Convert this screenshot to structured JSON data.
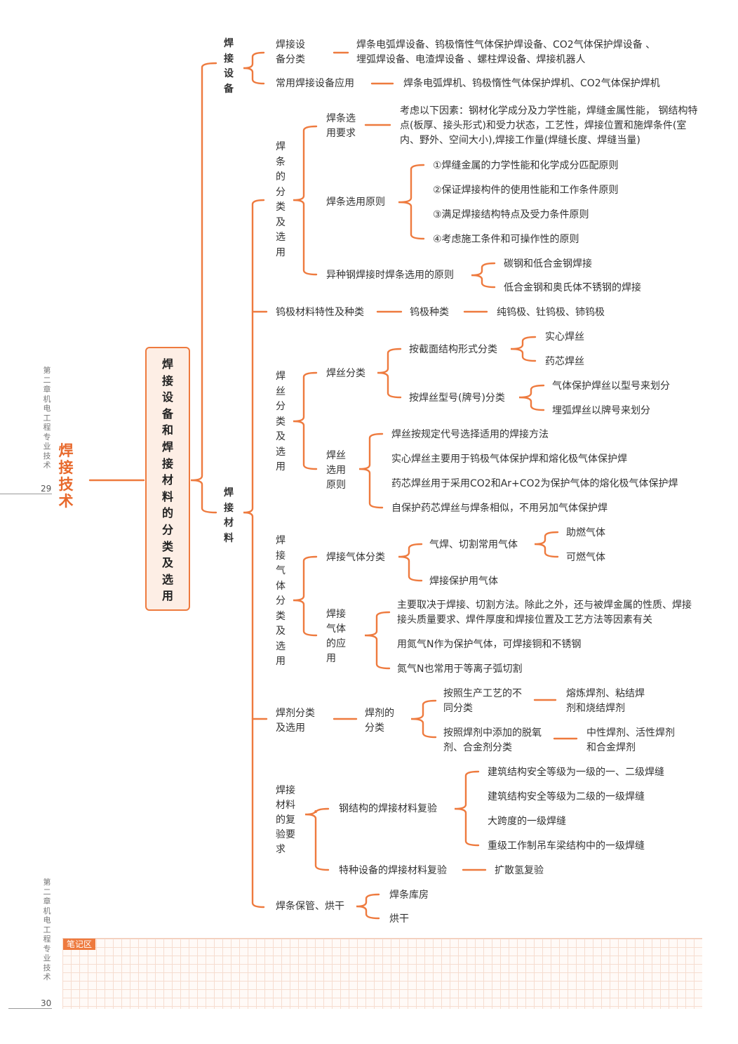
{
  "sidebar": {
    "top": {
      "chapter": "第二章 机电工程专业技术",
      "page": "29"
    },
    "bottom": {
      "chapter": "第二章 机电工程专业技术",
      "page": "30"
    },
    "title": "焊接技术"
  },
  "root": "焊接设备和焊接材料的分类及选用",
  "equipment": {
    "label": "焊接设备",
    "classify": "焊接设备分类",
    "classify_detail": "焊条电弧焊设备、钨极惰性气体保护焊设备、CO2气体保护焊设备 、埋弧焊设备、电渣焊设备 、螺柱焊设备、焊接机器人",
    "common": "常用焊接设备应用",
    "common_detail": "焊条电弧焊机、钨极惰性气体保护焊机、CO2气体保护焊机"
  },
  "materials": {
    "label": "焊接材料",
    "electrode": {
      "label": "焊条的分类及选用",
      "req": "焊条选用要求",
      "req_detail": "考虑以下因素：钢材化学成分及力学性能，焊缝金属性能， 钢结构特点(板厚、接头形式)和受力状态，工艺性，焊接位置和施焊条件(室内、野外、空间大小),焊接工作量(焊缝长度、焊缝当量)",
      "principle": "焊条选用原则",
      "principles": [
        "①焊缝金属的力学性能和化学成分匹配原则",
        "②保证焊接构件的使用性能和工作条件原则",
        "③满足焊接结构特点及受力条件原则",
        "④考虑施工条件和可操作性的原则"
      ],
      "dissimilar": "异种钢焊接时焊条选用的原则",
      "dissimilar_items": [
        "碳钢和低合金钢焊接",
        "低合金钢和奥氏体不锈钢的焊接"
      ]
    },
    "tungsten": {
      "label": "钨极材料特性及种类",
      "kind": "钨极种类",
      "detail": "纯钨极、钍钨极、铈钨极"
    },
    "wire": {
      "label": "焊丝分类及选用",
      "classify": "焊丝分类",
      "by_section": "按截面结构形式分类",
      "by_section_items": [
        "实心焊丝",
        "药芯焊丝"
      ],
      "by_model": "按焊丝型号(牌号)分类",
      "by_model_items": [
        "气体保护焊丝以型号来划分",
        "埋弧焊丝以牌号来划分"
      ],
      "principle": "焊丝选用原则",
      "principles": [
        "焊丝按规定代号选择适用的焊接方法",
        "实心焊丝主要用于钨极气体保护焊和熔化极气体保护焊",
        "药芯焊丝用于采用CO2和Ar+CO2为保护气体的熔化极气体保护焊",
        "自保护药芯焊丝与焊条相似，不用另加气体保护焊"
      ]
    },
    "gas": {
      "label": "焊接气体分类及选用",
      "classify": "焊接气体分类",
      "cutting": "气焊、切割常用气体",
      "cutting_items": [
        "助燃气体",
        "可燃气体"
      ],
      "shield": "焊接保护用气体",
      "apply": "焊接气体的应用",
      "apply_items": [
        "主要取决于焊接、切割方法。除此之外，还与被焊金属的性质、焊接接头质量要求、焊件厚度和焊接位置及工艺方法等因素有关",
        "用氮气N作为保护气体，可焊接铜和不锈钢",
        "氮气N也常用于等离子弧切割"
      ]
    },
    "flux": {
      "label": "焊剂分类及选用",
      "classify": "焊剂的分类",
      "by_process": "按照生产工艺的不同分类",
      "by_process_detail": "熔炼焊剂、粘结焊剂和烧结焊剂",
      "by_additive": "按照焊剂中添加的脱氧剂、合金剂分类",
      "by_additive_detail": "中性焊剂、活性焊剂和合金焊剂"
    },
    "recheck": {
      "label": "焊接材料的复验要求",
      "steel": "钢结构的焊接材料复验",
      "steel_items": [
        "建筑结构安全等级为一级的一、二级焊缝",
        "建筑结构安全等级为二级的一级焊缝",
        "大跨度的一级焊缝",
        "重级工作制吊车梁结构中的一级焊缝"
      ],
      "special": "特种设备的焊接材料复验",
      "special_detail": "扩散氢复验"
    },
    "storage": {
      "label": "焊条保管、烘干",
      "items": [
        "焊条库房",
        "烘干"
      ]
    }
  },
  "notes_label": "笔记区",
  "colors": {
    "accent": "#ee7a3e",
    "title": "#e8692c",
    "box_bg": "#fdeee5"
  }
}
